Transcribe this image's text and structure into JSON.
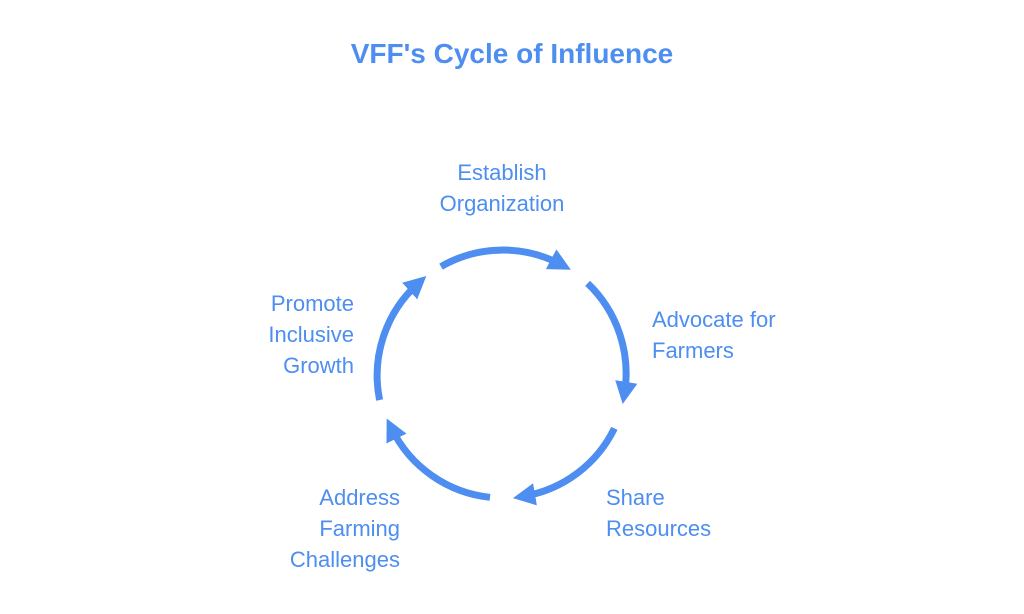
{
  "title": "VFF's Cycle of Influence",
  "colors": {
    "accent": "#4d8ef0",
    "background": "#ffffff"
  },
  "cycle": {
    "direction": "clockwise",
    "steps": [
      {
        "id": "establish",
        "lines": [
          "Establish",
          "Organization"
        ]
      },
      {
        "id": "advocate",
        "lines": [
          "Advocate for",
          "Farmers"
        ]
      },
      {
        "id": "share",
        "lines": [
          "Share",
          "Resources"
        ]
      },
      {
        "id": "address",
        "lines": [
          "Address",
          "Farming",
          "Challenges"
        ]
      },
      {
        "id": "promote",
        "lines": [
          "Promote",
          "Inclusive",
          "Growth"
        ]
      }
    ]
  }
}
